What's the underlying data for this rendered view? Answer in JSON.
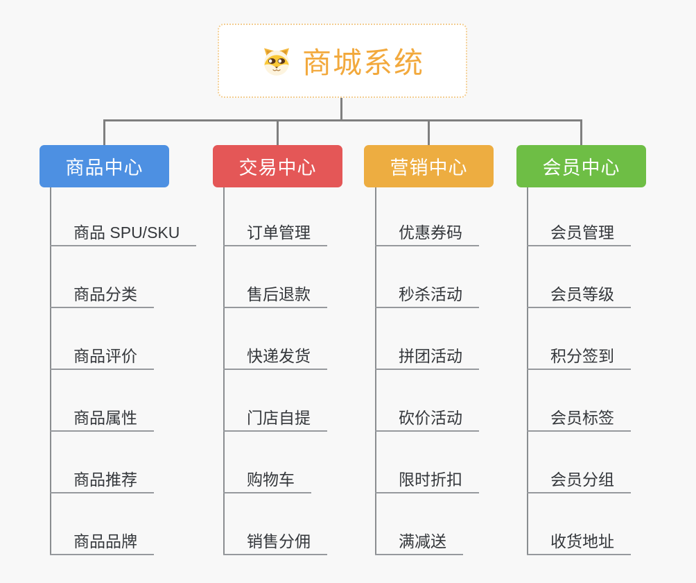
{
  "page": {
    "background": "#F8F8F8",
    "connector_color": "#7F7F7F"
  },
  "root": {
    "title": "商城系统",
    "icon": "dog-face-icon",
    "accent_color": "#F2A93D",
    "border_color": "#F3CD90"
  },
  "branches": [
    {
      "id": "product-center",
      "label": "商品中心",
      "color": "#4D90E2",
      "items": [
        "商品 SPU/SKU",
        "商品分类",
        "商品评价",
        "商品属性",
        "商品推荐",
        "商品品牌"
      ]
    },
    {
      "id": "trade-center",
      "label": "交易中心",
      "color": "#E45757",
      "items": [
        "订单管理",
        "售后退款",
        "快递发货",
        "门店自提",
        "购物车",
        "销售分佣"
      ]
    },
    {
      "id": "marketing-center",
      "label": "营销中心",
      "color": "#EDAD41",
      "items": [
        "优惠券码",
        "秒杀活动",
        "拼团活动",
        "砍价活动",
        "限时折扣",
        "满减送"
      ]
    },
    {
      "id": "member-center",
      "label": "会员中心",
      "color": "#6EBE45",
      "items": [
        "会员管理",
        "会员等级",
        "积分签到",
        "会员标签",
        "会员分组",
        "收货地址"
      ]
    }
  ]
}
